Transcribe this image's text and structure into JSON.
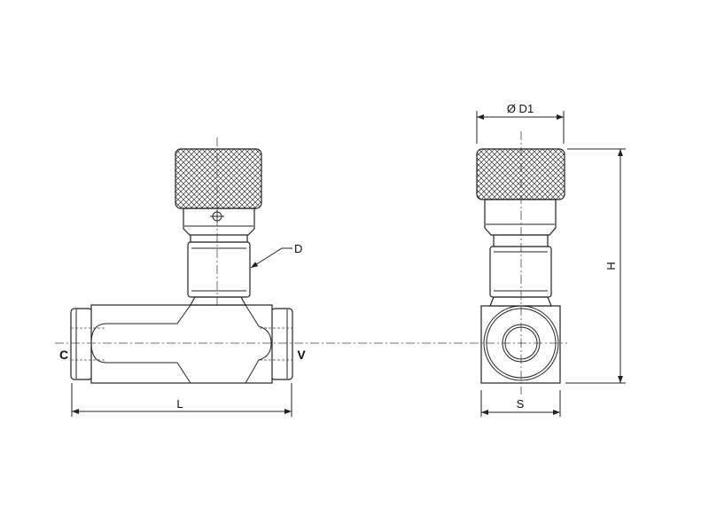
{
  "labels": {
    "length": "L",
    "port_in": "C",
    "port_out": "V",
    "thread": "D",
    "knob_diameter": "Ø D1",
    "height": "H",
    "width": "S"
  },
  "colors": {
    "line": "#222222",
    "background": "#ffffff"
  }
}
